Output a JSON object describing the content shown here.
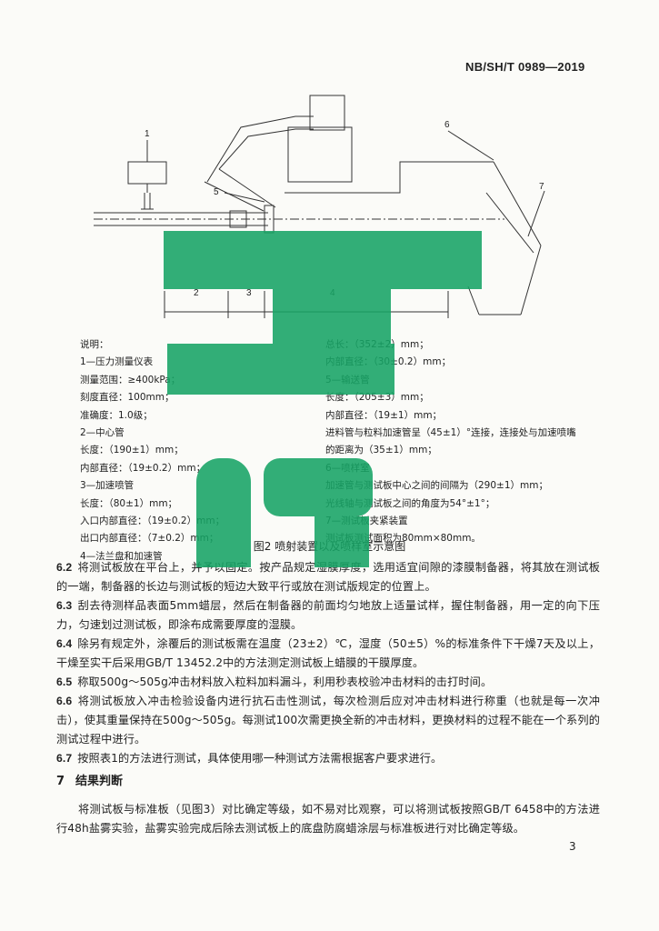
{
  "header": {
    "doc_code": "NB/SH/T 0989—2019"
  },
  "figure": {
    "callouts": [
      "1",
      "2",
      "3",
      "4",
      "5",
      "6",
      "7"
    ],
    "caption": "图2  喷射装置以及喷样室示意图"
  },
  "legend": {
    "left": [
      "说明：",
      "1—压力测量仪表",
      "测量范围：≥400kPa；",
      "刻度直径：100mm；",
      "准确度：1.0级；",
      "2—中心管",
      "长度：（190±1）mm；",
      "内部直径：（19±0.2）mm；",
      "3—加速喷管",
      "长度：（80±1）mm；",
      "入口内部直径：（19±0.2）mm；",
      "出口内部直径：（7±0.2）mm；",
      "4—法兰盘和加速管"
    ],
    "right": [
      "总长：（352±2）mm；",
      "内部直径：（30±0.2）mm；",
      "5—输送管",
      "长度：（205±3）mm；",
      "内部直径：（19±1）mm；",
      "进料管与粒料加速管呈（45±1）°连接，连接处与加速喷嘴",
      "的距离为（35±1）mm；",
      "6—喷样室",
      "加速管与测试板中心之间的间隔为（290±1）mm；",
      "光线轴与测试板之间的角度为54°±1°；",
      "7—测试板夹紧装置",
      "测试板测试面积为80mm×80mm。"
    ]
  },
  "paragraphs": [
    {
      "num": "6.2",
      "text": "将测试板放在平台上，并予以固定。按产品规定湿膜厚度，选用适宜间隙的漆膜制备器，将其放在测试板的一端，制备器的长边与测试板的短边大致平行或放在测试版规定的位置上。"
    },
    {
      "num": "6.3",
      "text": "刮去待测样品表面5mm蜡层，然后在制备器的前面均匀地放上适量试样，握住制备器，用一定的向下压力，匀速划过测试板，即涂布成需要厚度的湿膜。"
    },
    {
      "num": "6.4",
      "text": "除另有规定外，涂覆后的测试板需在温度（23±2）℃，湿度（50±5）%的标准条件下干燥7天及以上，干燥至实干后采用GB/T 13452.2中的方法测定测试板上蜡膜的干膜厚度。"
    },
    {
      "num": "6.5",
      "text": "称取500g～505g冲击材料放入粒料加料漏斗，利用秒表校验冲击材料的击打时间。"
    },
    {
      "num": "6.6",
      "text": "将测试板放入冲击检验设备内进行抗石击性测试，每次检测后应对冲击材料进行称重（也就是每一次冲击），使其重量保持在500g～505g。每测试100次需更换全新的冲击材料，更换材料的过程不能在一个系列的测试过程中进行。"
    },
    {
      "num": "6.7",
      "text": "按照表1的方法进行测试，具体使用哪一种测试方法需根据客户要求进行。"
    }
  ],
  "section7": {
    "num": "7",
    "title": "结果判断",
    "text": "将测试板与标准板（见图3）对比确定等级，如不易对比观察，可以将测试板按照GB/T 6458中的方法进行48h盐雾实验，盐雾实验完成后除去测试板上的底盘防腐蜡涂层与标准板进行对比确定等级。"
  },
  "footer": {
    "page_number": "3"
  },
  "colors": {
    "watermark": "#16a364",
    "text": "#222222"
  }
}
